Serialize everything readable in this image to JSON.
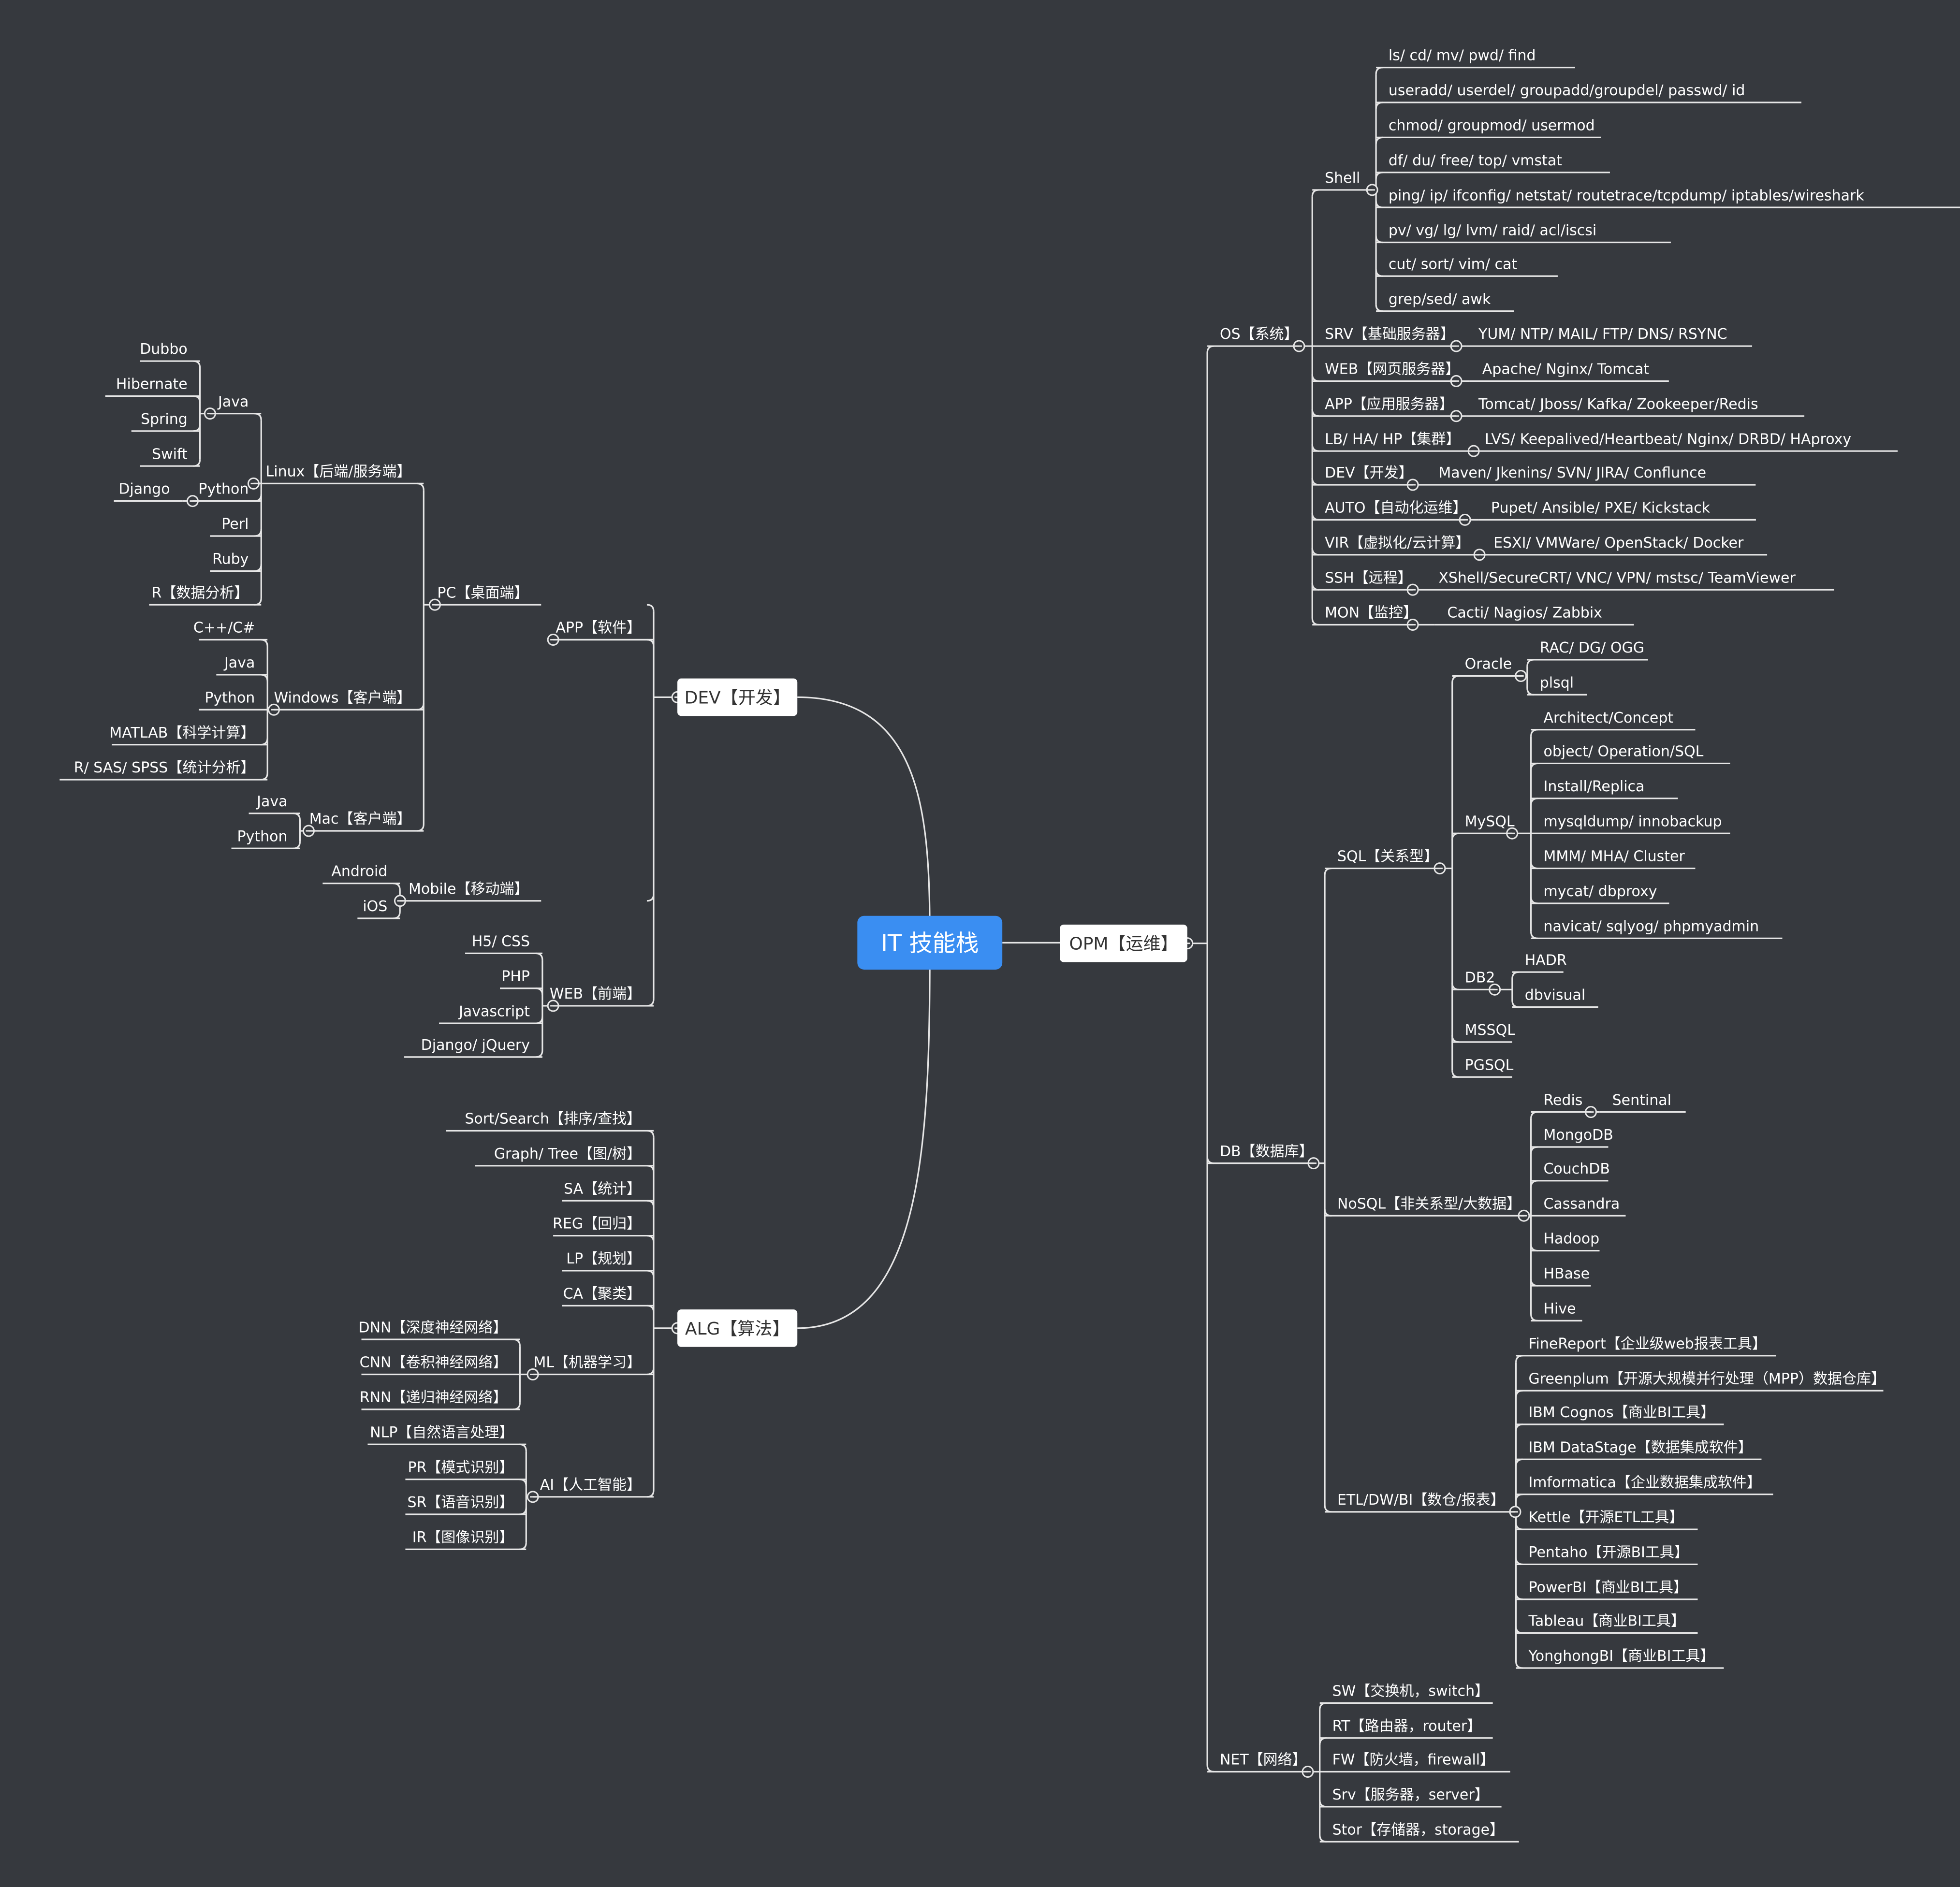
{
  "colors": {
    "background": "#36393e",
    "line": "#e6e6e6",
    "text": "#ffffff",
    "root_fill": "#3a8ef2",
    "branch_box_fill": "#ffffff",
    "branch_box_text": "#333333"
  },
  "root": {
    "label": "IT 技能栈",
    "left": [
      {
        "label": "DEV【开发】",
        "children": [
          {
            "label": "APP【软件】",
            "children": [
              {
                "label": "PC【桌面端】",
                "children": [
                  {
                    "label": "Linux【后端/服务端】",
                    "children": [
                      {
                        "label": "Java",
                        "children": [
                          {
                            "label": "Dubbo"
                          },
                          {
                            "label": "Hibernate"
                          },
                          {
                            "label": "Spring"
                          },
                          {
                            "label": "Swift"
                          }
                        ]
                      },
                      {
                        "label": "Python",
                        "children": [
                          {
                            "label": "Django"
                          }
                        ]
                      },
                      {
                        "label": "Perl"
                      },
                      {
                        "label": "Ruby"
                      },
                      {
                        "label": "R【数据分析】"
                      }
                    ]
                  },
                  {
                    "label": "Windows【客户端】",
                    "children": [
                      {
                        "label": "C++/C#"
                      },
                      {
                        "label": "Java"
                      },
                      {
                        "label": "Python"
                      },
                      {
                        "label": "MATLAB【科学计算】"
                      },
                      {
                        "label": "R/ SAS/ SPSS【统计分析】"
                      }
                    ]
                  },
                  {
                    "label": "Mac【客户端】",
                    "children": [
                      {
                        "label": "Java"
                      },
                      {
                        "label": "Python"
                      }
                    ]
                  }
                ]
              },
              {
                "label": "Mobile【移动端】",
                "children": [
                  {
                    "label": "Android"
                  },
                  {
                    "label": "iOS"
                  }
                ]
              },
              {
                "label": "WEB【前端】",
                "children": [
                  {
                    "label": "H5/ CSS"
                  },
                  {
                    "label": "PHP"
                  },
                  {
                    "label": "Javascript"
                  },
                  {
                    "label": "Django/ jQuery"
                  }
                ]
              }
            ]
          }
        ]
      },
      {
        "label": "ALG【算法】",
        "children": [
          {
            "label": "Sort/Search【排序/查找】"
          },
          {
            "label": "Graph/ Tree【图/树】"
          },
          {
            "label": "SA【统计】"
          },
          {
            "label": "REG【回归】"
          },
          {
            "label": "LP【规划】"
          },
          {
            "label": "CA【聚类】"
          },
          {
            "label": "ML【机器学习】",
            "children": [
              {
                "label": "DNN【深度神经网络】"
              },
              {
                "label": "CNN【卷积神经网络】"
              },
              {
                "label": "RNN【递归神经网络】"
              }
            ]
          },
          {
            "label": "AI【人工智能】",
            "children": [
              {
                "label": "NLP【自然语言处理】"
              },
              {
                "label": "PR【模式识别】"
              },
              {
                "label": "SR【语音识别】"
              },
              {
                "label": "IR【图像识别】"
              }
            ]
          }
        ]
      }
    ],
    "right": [
      {
        "label": "OPM【运维】",
        "children": [
          {
            "label": "OS【系统】",
            "children": [
              {
                "label": "Shell",
                "children": [
                  {
                    "label": "ls/ cd/ mv/ pwd/ find"
                  },
                  {
                    "label": "useradd/ userdel/ groupadd/groupdel/ passwd/ id"
                  },
                  {
                    "label": "chmod/ groupmod/ usermod"
                  },
                  {
                    "label": "df/ du/ free/ top/ vmstat"
                  },
                  {
                    "label": "ping/ ip/ ifconfig/ netstat/ routetrace/tcpdump/ iptables/wireshark"
                  },
                  {
                    "label": "pv/ vg/ lg/ lvm/ raid/ acl/iscsi"
                  },
                  {
                    "label": "cut/ sort/ vim/ cat"
                  },
                  {
                    "label": " grep/sed/ awk"
                  }
                ]
              },
              {
                "label": "SRV【基础服务器】",
                "children": [
                  {
                    "label": "YUM/ NTP/ MAIL/ FTP/ DNS/ RSYNC"
                  }
                ]
              },
              {
                "label": "WEB【网页服务器】",
                "children": [
                  {
                    "label": "Apache/ Nginx/ Tomcat"
                  }
                ]
              },
              {
                "label": "APP【应用服务器】",
                "children": [
                  {
                    "label": "Tomcat/ Jboss/ Kafka/ Zookeeper/Redis"
                  }
                ]
              },
              {
                "label": "LB/ HA/ HP【集群】",
                "children": [
                  {
                    "label": "LVS/ Keepalived/Heartbeat/ Nginx/ DRBD/ HAproxy"
                  }
                ]
              },
              {
                "label": "DEV【开发】",
                "children": [
                  {
                    "label": "Maven/ Jkenins/ SVN/ JIRA/ Conflunce"
                  }
                ]
              },
              {
                "label": "AUTO【自动化运维】",
                "children": [
                  {
                    "label": "Pupet/ Ansible/ PXE/ Kickstack"
                  }
                ]
              },
              {
                "label": "VIR【虚拟化/云计算】",
                "children": [
                  {
                    "label": "ESXI/ VMWare/ OpenStack/ Docker"
                  }
                ]
              },
              {
                "label": "SSH【远程】",
                "children": [
                  {
                    "label": "XShell/SecureCRT/ VNC/ VPN/ mstsc/ TeamViewer"
                  }
                ]
              },
              {
                "label": "MON【监控】",
                "children": [
                  {
                    "label": "Cacti/ Nagios/ Zabbix"
                  }
                ]
              }
            ]
          },
          {
            "label": "DB【数据库】",
            "children": [
              {
                "label": "SQL【关系型】",
                "children": [
                  {
                    "label": "Oracle",
                    "children": [
                      {
                        "label": "RAC/ DG/ OGG"
                      },
                      {
                        "label": "plsql"
                      }
                    ]
                  },
                  {
                    "label": "MySQL",
                    "children": [
                      {
                        "label": "Architect/Concept"
                      },
                      {
                        "label": "object/ Operation/SQL"
                      },
                      {
                        "label": "Install/Replica"
                      },
                      {
                        "label": "mysqldump/ innobackup"
                      },
                      {
                        "label": "MMM/ MHA/ Cluster"
                      },
                      {
                        "label": "mycat/ dbproxy"
                      },
                      {
                        "label": "navicat/ sqlyog/ phpmyadmin"
                      }
                    ]
                  },
                  {
                    "label": "DB2",
                    "children": [
                      {
                        "label": "HADR"
                      },
                      {
                        "label": "dbvisual"
                      }
                    ]
                  },
                  {
                    "label": "MSSQL"
                  },
                  {
                    "label": "PGSQL"
                  }
                ]
              },
              {
                "label": "NoSQL【非关系型/大数据】",
                "children": [
                  {
                    "label": "Redis",
                    "children": [
                      {
                        "label": "Sentinal"
                      }
                    ]
                  },
                  {
                    "label": "MongoDB"
                  },
                  {
                    "label": "CouchDB"
                  },
                  {
                    "label": "Cassandra"
                  },
                  {
                    "label": "Hadoop"
                  },
                  {
                    "label": "HBase"
                  },
                  {
                    "label": "Hive"
                  }
                ]
              },
              {
                "label": "ETL/DW/BI【数仓/报表】",
                "children": [
                  {
                    "label": "FineReport【企业级web报表工具】"
                  },
                  {
                    "label": "Greenplum【开源大规模并行处理（MPP）数据仓库】"
                  },
                  {
                    "label": "IBM Cognos【商业BI工具】"
                  },
                  {
                    "label": "IBM DataStage【数据集成软件】"
                  },
                  {
                    "label": "Imformatica【企业数据集成软件】"
                  },
                  {
                    "label": "Kettle【开源ETL工具】"
                  },
                  {
                    "label": "Pentaho【开源BI工具】"
                  },
                  {
                    "label": "PowerBI【商业BI工具】"
                  },
                  {
                    "label": "Tableau【商业BI工具】"
                  },
                  {
                    "label": "YonghongBI【商业BI工具】"
                  }
                ]
              }
            ]
          },
          {
            "label": "NET【网络】",
            "children": [
              {
                "label": "SW【交换机，switch】"
              },
              {
                "label": "RT【路由器，router】"
              },
              {
                "label": "FW【防火墙，firewall】"
              },
              {
                "label": "Srv【服务器，server】"
              },
              {
                "label": "Stor【存储器，storage】"
              }
            ]
          }
        ]
      }
    ]
  }
}
